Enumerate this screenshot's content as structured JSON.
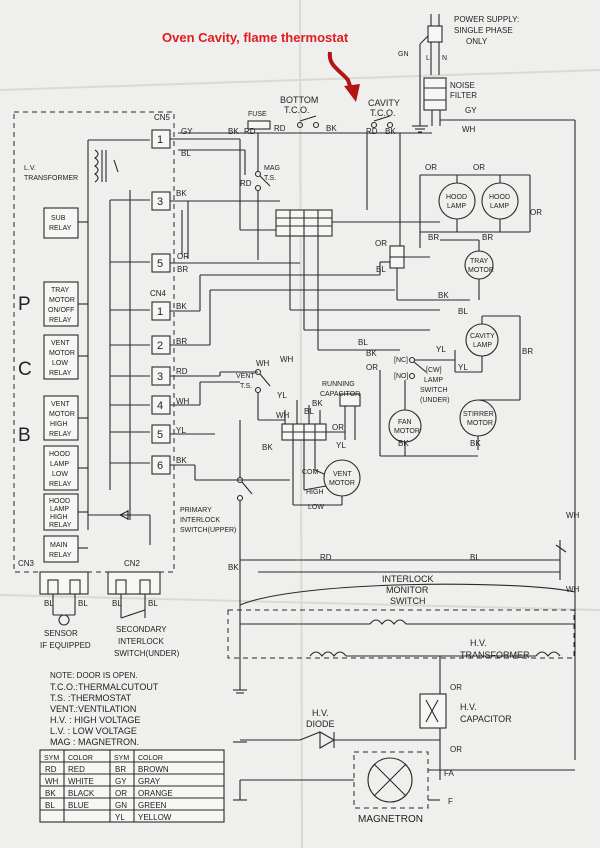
{
  "annotation": {
    "text": "Oven Cavity, flame thermostat",
    "color": "#e21c1c"
  },
  "power": {
    "line1": "POWER SUPPLY:",
    "line2": "SINGLE PHASE",
    "line3": "ONLY",
    "L": "L",
    "N": "N",
    "GN": "GN"
  },
  "noise_filter": {
    "line1": "NOISE",
    "line2": "FILTER"
  },
  "tco": {
    "bottom_1": "BOTTOM",
    "bottom_2": "T.C.O.",
    "cavity_1": "CAVITY",
    "cavity_2": "T.C.O.",
    "fuse": "FUSE",
    "mag_1": "MAG",
    "mag_2": "T.S."
  },
  "left_panel": {
    "cn5": "CN5",
    "cn4": "CN4",
    "cn3": "CN3",
    "cn2": "CN2",
    "lv_1": "L.V.",
    "lv_2": "TRANSFORMER",
    "sub_1": "SUB",
    "sub_2": "RELAY",
    "tray_1": "TRAY",
    "tray_2": "MOTOR",
    "tray_3": "ON/OFF",
    "tray_4": "RELAY",
    "vlow_1": "VENT",
    "vlow_2": "MOTOR",
    "vlow_3": "LOW",
    "vlow_4": "RELAY",
    "vhigh_1": "VENT",
    "vhigh_2": "MOTOR",
    "vhigh_3": "HIGH",
    "vhigh_4": "RELAY",
    "hlow_1": "HOOD",
    "hlow_2": "LAMP",
    "hlow_3": "LOW",
    "hlow_4": "RELAY",
    "hhigh_1": "HOOD",
    "hhigh_2": "LAMP",
    "hhigh_3": "HIGH",
    "hhigh_4": "RELAY",
    "main_1": "MAIN",
    "main_2": "RELAY",
    "letter_p": "P",
    "letter_c": "C",
    "letter_b": "B",
    "sensor": "SENSOR",
    "if_equipped": "IF EQUIPPED",
    "sec_1": "SECONDARY",
    "sec_2": "INTERLOCK",
    "sec_3": "SWITCH(UNDER)"
  },
  "pins": [
    "1",
    "3",
    "5",
    "1",
    "2",
    "3",
    "4",
    "5",
    "6"
  ],
  "wire_codes": {
    "gy": "GY",
    "bl": "BL",
    "bk": "BK",
    "or": "OR",
    "br": "BR",
    "rd": "RD",
    "wh": "WH",
    "yl": "YL"
  },
  "components": {
    "hood_lamp": "HOOD LAMP",
    "hood_1": "HOOD",
    "hood_2": "LAMP",
    "tray_1": "TRAY",
    "tray_2": "MOTOR",
    "cavity_1": "CAVITY",
    "cavity_2": "LAMP",
    "stirrer_1": "STIRRER",
    "stirrer_2": "MOTOR",
    "fan_1": "FAN",
    "fan_2": "MOTOR",
    "vent_1": "VENT",
    "vent_2": "MOTOR",
    "running_1": "RUNNING",
    "running_2": "CAPACITOR",
    "lamp_sw_1": "[CW]",
    "lamp_sw_2": "LAMP",
    "lamp_sw_3": "SWITCH",
    "lamp_sw_4": "(UNDER)",
    "nc": "[NC]",
    "no": "[NO]",
    "vent_ts_1": "VENT",
    "vent_ts_2": "T.S.",
    "com": "COM",
    "high": "HIGH",
    "low": "LOW",
    "primary_1": "PRIMARY",
    "primary_2": "INTERLOCK",
    "primary_3": "SWITCH(UPPER)",
    "interlock_1": "INTERLOCK",
    "interlock_2": "MONITOR",
    "interlock_3": "SWITCH",
    "hv_tr_1": "H.V.",
    "hv_tr_2": "TRANSFORMER",
    "hv_diode_1": "H.V.",
    "hv_diode_2": "DIODE",
    "hv_cap_1": "H.V.",
    "hv_cap_2": "CAPACITOR",
    "magnetron": "MAGNETRON",
    "fa": "FA",
    "f": "F"
  },
  "notes": {
    "line1": "NOTE: DOOR IS OPEN.",
    "line2": "T.C.O.:THERMALCUTOUT",
    "line3": "T.S.   :THERMOSTAT",
    "line4": "VENT.:VENTILATION",
    "line5": "H.V.  : HIGH VOLTAGE",
    "line6": "L.V.  : LOW VOLTAGE",
    "line7": "MAG  : MAGNETRON."
  },
  "color_table": {
    "headers": [
      "SYM",
      "COLOR",
      "SYM",
      "COLOR"
    ],
    "rows": [
      [
        "RD",
        "RED",
        "BR",
        "BROWN"
      ],
      [
        "WH",
        "WHITE",
        "GY",
        "GRAY"
      ],
      [
        "BK",
        "BLACK",
        "OR",
        "ORANGE"
      ],
      [
        "BL",
        "BLUE",
        "GN",
        "GREEN"
      ],
      [
        "",
        "",
        "YL",
        "YELLOW"
      ]
    ]
  }
}
